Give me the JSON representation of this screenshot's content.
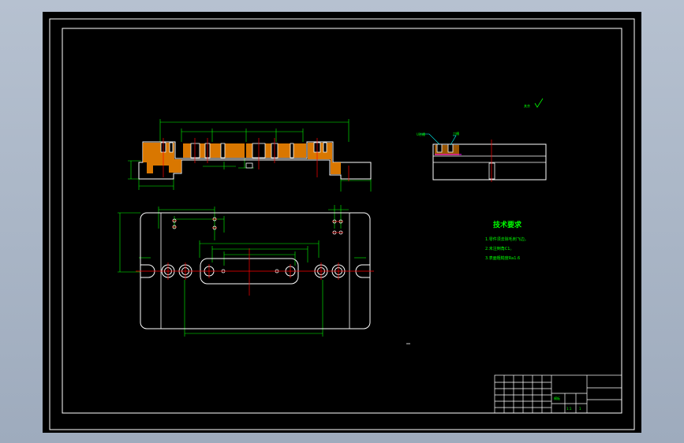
{
  "colors": {
    "background": "#000000",
    "outline": "#ffffff",
    "dimension": "#00ff00",
    "center_line": "#ff0000",
    "section_hatch": "#ffa500",
    "leader": "#00ffff",
    "text": "#00ff00",
    "desktop": "#aab6c6"
  },
  "tech_requirements": {
    "title": "技术要求",
    "items": [
      "1.零件须去除毛刺飞边。",
      "2.未注倒角C1。",
      "3.表面粗糙度Ra1.6"
    ]
  },
  "roughness_note": "其余",
  "detail_labels": {
    "left": "U形槽",
    "right": "刀槽"
  },
  "title_block": {
    "drawing_name": "模板",
    "scale": "1:1",
    "sheet": "1"
  }
}
